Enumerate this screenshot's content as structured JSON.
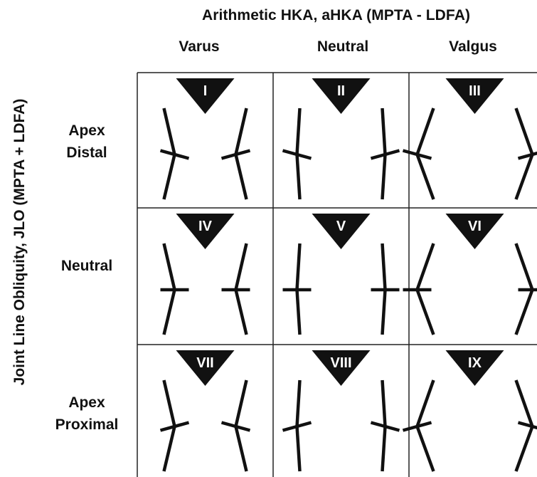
{
  "x_axis_title": "Arithmetic HKA, aHKA (MPTA - LDFA)",
  "y_axis_title": "Joint Line Obliquity, JLO (MPTA + LDFA)",
  "columns": [
    "Varus",
    "Neutral",
    "Valgus"
  ],
  "rows": [
    {
      "line1": "Apex",
      "line2": "Distal"
    },
    {
      "line1": "Neutral",
      "line2": ""
    },
    {
      "line1": "Apex",
      "line2": "Proximal"
    }
  ],
  "cells": [
    {
      "label": "I",
      "alignment": "varus",
      "joint_line": "apex-distal"
    },
    {
      "label": "II",
      "alignment": "neutral",
      "joint_line": "apex-distal"
    },
    {
      "label": "III",
      "alignment": "valgus",
      "joint_line": "apex-distal"
    },
    {
      "label": "IV",
      "alignment": "varus",
      "joint_line": "neutral"
    },
    {
      "label": "V",
      "alignment": "neutral",
      "joint_line": "neutral"
    },
    {
      "label": "VI",
      "alignment": "valgus",
      "joint_line": "neutral"
    },
    {
      "label": "VII",
      "alignment": "varus",
      "joint_line": "apex-proximal"
    },
    {
      "label": "VIII",
      "alignment": "neutral",
      "joint_line": "apex-proximal"
    },
    {
      "label": "IX",
      "alignment": "valgus",
      "joint_line": "apex-proximal"
    }
  ],
  "colors": {
    "line": "#111111",
    "badge": "#111111",
    "badge_text": "#ffffff"
  }
}
